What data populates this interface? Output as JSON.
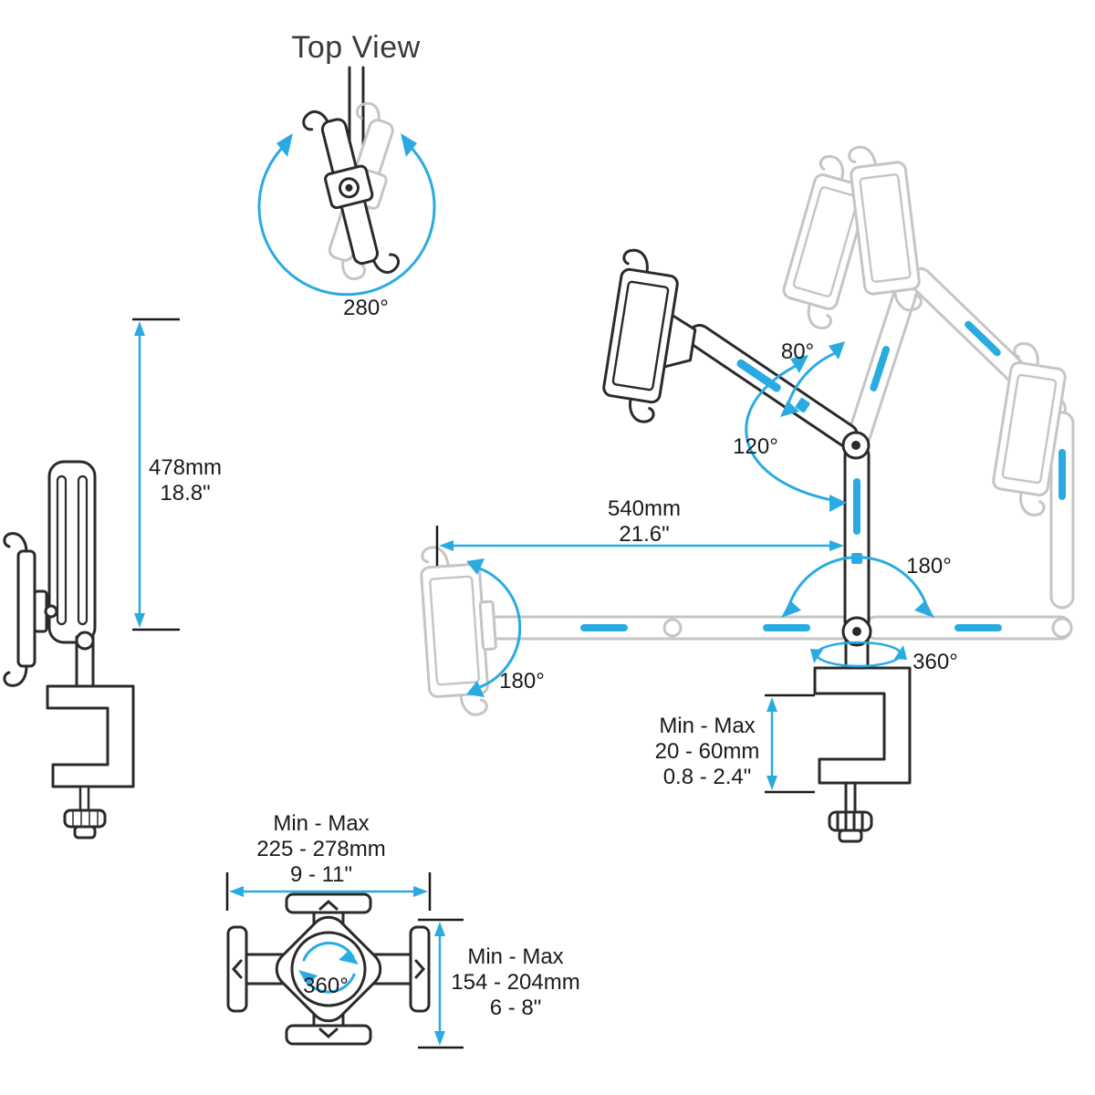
{
  "colors": {
    "accent_blue": "#29abe2",
    "ink": "#2a2a2a",
    "ghost_gray": "#c5c5c5",
    "text": "#1a1a1a"
  },
  "top_view": {
    "title": "Top View",
    "rotation": "280°"
  },
  "side_view": {
    "height_metric": "478mm",
    "height_imperial": "18.8\""
  },
  "main_view": {
    "tilt_upper": "80°",
    "tilt_lower": "120°",
    "reach_metric": "540mm",
    "reach_imperial": "21.6\"",
    "arm_swivel": "180°",
    "tablet_swivel": "180°",
    "base_rotation": "360°",
    "clamp_label": "Min - Max",
    "clamp_metric": "20 - 60mm",
    "clamp_imperial": "0.8 - 2.4\""
  },
  "holder_view": {
    "rotation": "360°",
    "width_label": "Min - Max",
    "width_metric": "225 - 278mm",
    "width_imperial": "9 - 11\"",
    "height_label": "Min - Max",
    "height_metric": "154 - 204mm",
    "height_imperial": "6 - 8\""
  }
}
